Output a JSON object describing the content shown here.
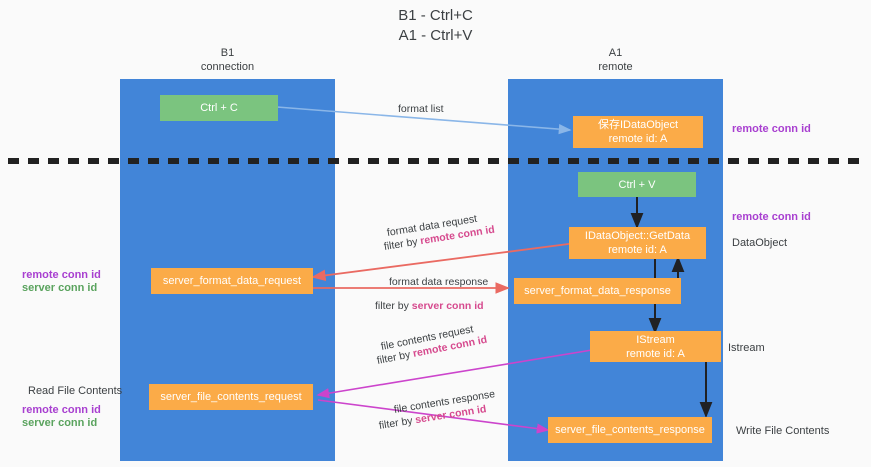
{
  "diagram": {
    "title": "B1 - Ctrl+C\nA1 - Ctrl+V",
    "lanes": [
      {
        "id": "b1",
        "header": "B1\nconnection"
      },
      {
        "id": "a1",
        "header": "A1\nremote"
      }
    ],
    "nodes": {
      "ctrl_c": "Ctrl + C",
      "save_idataobject": "保存IDataObject\nremote id: A",
      "ctrl_v": "Ctrl + V",
      "getdata": "IDataObject::GetData\nremote id: A",
      "server_format_data_request": "server_format_data_request",
      "server_format_data_response": "server_format_data_response",
      "istream": "IStream\nremote id: A",
      "server_file_contents_request": "server_file_contents_request",
      "server_file_contents_response": "server_file_contents_response"
    },
    "right_labels": {
      "remote_conn_id_top": "remote conn id",
      "remote_conn_id_mid": "remote conn id",
      "dataobject": "DataObject",
      "istream": "Istream",
      "write_file_contents": "Write File Contents"
    },
    "left_labels": {
      "remote_conn_id": "remote conn id",
      "server_conn_id": "server conn id",
      "read_file_contents": "Read File Contents",
      "remote_conn_id_2": "remote conn id",
      "server_conn_id_2": "server conn id"
    },
    "edges": {
      "format_list": "format list",
      "format_data_request": "format data request",
      "format_data_request_filter_prefix": "filter by ",
      "format_data_request_filter_key": "remote conn id",
      "format_data_response": "format data response",
      "format_data_response_filter_prefix": "filter by ",
      "format_data_response_filter_key": "server conn id",
      "file_contents_request": "file contents request",
      "file_contents_request_filter_prefix": "filter by ",
      "file_contents_request_filter_key": "remote conn id",
      "file_contents_response": "file contents response",
      "file_contents_response_filter_prefix": "filter by ",
      "file_contents_response_filter_key": "server conn id"
    },
    "colors": {
      "lane": "#4285d8",
      "green_node": "#7bc47f",
      "orange_node": "#fbab48",
      "purple": "#a83fd0",
      "green_text": "#5aa35e",
      "pink": "#d64a8e",
      "red_arrow": "#ea6a62",
      "blue_arrow": "#8ab6e8",
      "magenta_arrow": "#cc44cc",
      "divider": "#222222"
    }
  }
}
